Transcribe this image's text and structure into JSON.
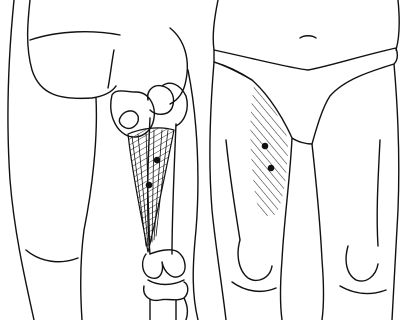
{
  "figure": {
    "panels": [
      {
        "view": "posterior",
        "trigger_points": 2
      },
      {
        "view": "anterior",
        "trigger_points": 2
      }
    ],
    "colors": {
      "line": "#111111",
      "background": "#ffffff",
      "hatch": "#333333"
    }
  }
}
